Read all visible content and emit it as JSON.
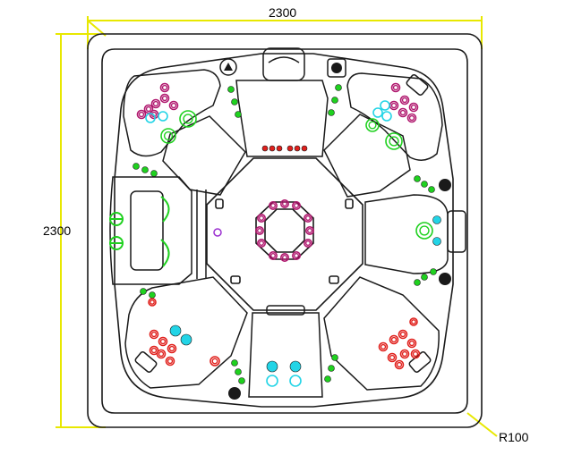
{
  "dimensions": {
    "width_label": "2300",
    "height_label": "2300",
    "radius_label": "R100"
  },
  "colors": {
    "outline": "#1a1a1a",
    "dimension_line": "#e8e800",
    "jet_green": "#1fd11f",
    "jet_magenta": "#b0186e",
    "jet_cyan": "#22d4e6",
    "jet_red": "#e0201c",
    "control_purple": "#9b30d0"
  },
  "icons": {
    "control_knob": "control-knob-icon",
    "pillow": "headrest-pillow-icon",
    "drain": "drain-icon"
  }
}
